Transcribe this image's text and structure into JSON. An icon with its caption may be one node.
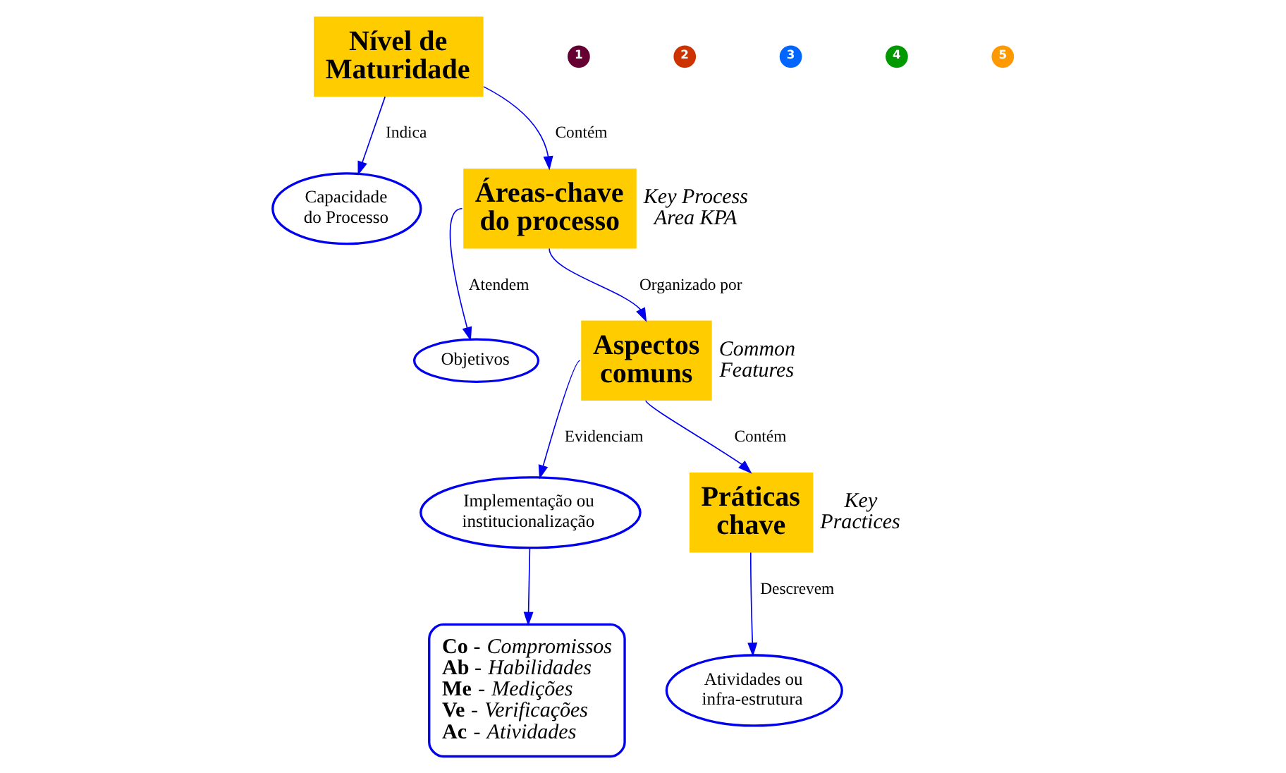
{
  "diagram": {
    "nodes": [
      {
        "text": [
          "Nível de Maturidade"
        ]
      },
      {
        "text": [
          "1"
        ]
      },
      {
        "text": [
          "2"
        ]
      },
      {
        "text": [
          "3"
        ]
      },
      {
        "text": [
          "4"
        ]
      },
      {
        "text": [
          "5"
        ]
      },
      {
        "text": [
          "Capacidade do Processo"
        ]
      },
      {
        "text": [
          "Áreas-chave do processo"
        ],
        "beside": [
          "Key Process Area KPA"
        ]
      },
      {
        "text": [
          "Objetivos"
        ]
      },
      {
        "text": [
          "Aspectos comuns"
        ],
        "beside": [
          "Common Features"
        ]
      },
      {
        "text": [
          "Implementação ou institucionalização"
        ]
      },
      {
        "text": [
          "**Co** - *Compromissos*",
          "**Ab** - *Habilidades*",
          "**Me** - *Medições*",
          "**Ve** - *Verificações*",
          "**Ac** - *Atividades*"
        ]
      },
      {
        "text": [
          "Práticas chave"
        ],
        "beside": [
          "Key Practices"
        ]
      },
      {
        "text": [
          "Atividades ou infra-estrutura"
        ]
      }
    ],
    "edges": [
      {
        "from": 0,
        "to": 6,
        "arrow": "to",
        "label": "Indica"
      },
      {
        "from": 0,
        "to": 7,
        "arrow": "to",
        "label": "Contém"
      },
      {
        "from": 7,
        "to": 8,
        "arrow": "to",
        "label": "Atendem"
      },
      {
        "from": 7,
        "to": 9,
        "arrow": "to",
        "label": "Organizado por"
      },
      {
        "from": 9,
        "to": 10,
        "arrow": "to",
        "label": "Evidenciam"
      },
      {
        "from": 9,
        "to": 12,
        "arrow": "to",
        "label": "Contém"
      },
      {
        "from": 10,
        "to": 11,
        "arrow": "to"
      },
      {
        "from": 12,
        "to": 13,
        "arrow": "to",
        "label": "Descrevem"
      }
    ]
  }
}
